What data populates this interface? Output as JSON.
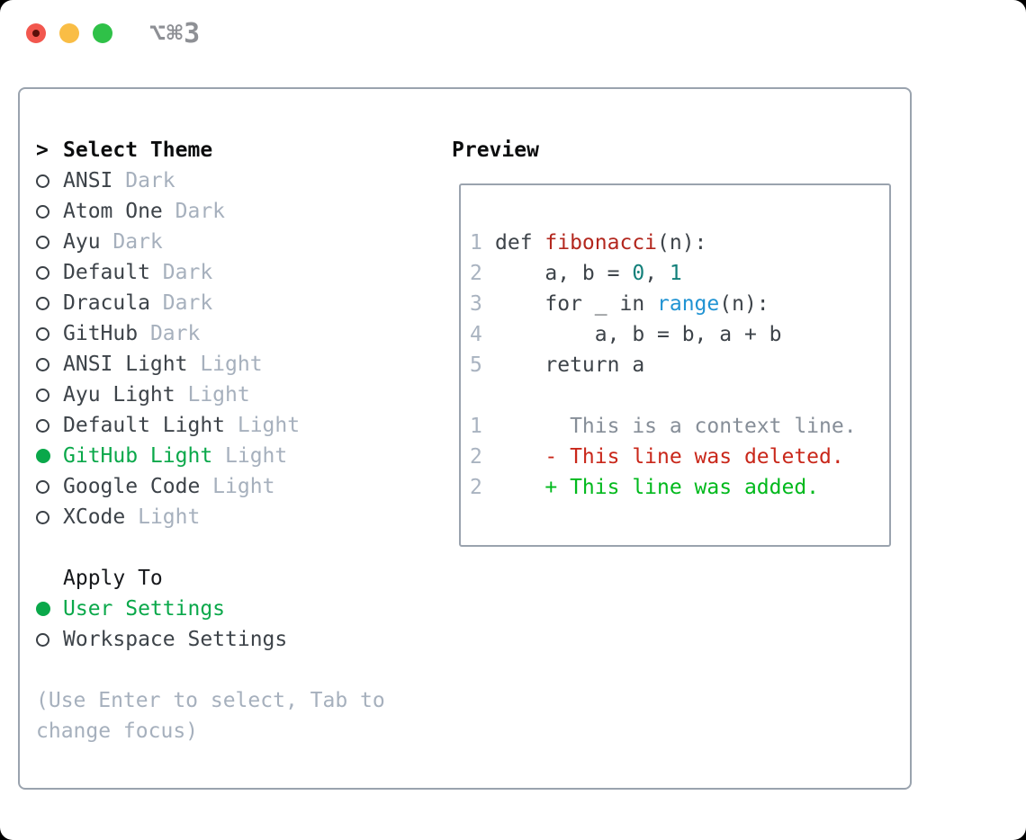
{
  "window": {
    "title": "⌥⌘3"
  },
  "theme_list": {
    "prompt": ">",
    "title": "Select Theme",
    "items": [
      {
        "name": "ANSI",
        "variant": "Dark",
        "selected": false
      },
      {
        "name": "Atom One",
        "variant": "Dark",
        "selected": false
      },
      {
        "name": "Ayu",
        "variant": "Dark",
        "selected": false
      },
      {
        "name": "Default",
        "variant": "Dark",
        "selected": false
      },
      {
        "name": "Dracula",
        "variant": "Dark",
        "selected": false
      },
      {
        "name": "GitHub",
        "variant": "Dark",
        "selected": false
      },
      {
        "name": "ANSI Light",
        "variant": "Light",
        "selected": false
      },
      {
        "name": "Ayu Light",
        "variant": "Light",
        "selected": false
      },
      {
        "name": "Default Light",
        "variant": "Light",
        "selected": false
      },
      {
        "name": "GitHub Light",
        "variant": "Light",
        "selected": true
      },
      {
        "name": "Google Code",
        "variant": "Light",
        "selected": false
      },
      {
        "name": "XCode",
        "variant": "Light",
        "selected": false
      }
    ]
  },
  "apply_to": {
    "title": "Apply To",
    "options": [
      {
        "label": "User Settings",
        "selected": true
      },
      {
        "label": "Workspace Settings",
        "selected": false
      }
    ]
  },
  "hint_lines": [
    "(Use Enter to select, Tab to",
    "change focus)"
  ],
  "preview": {
    "title": "Preview",
    "lines": [
      {
        "num": "1",
        "tokens": [
          {
            "t": "def ",
            "c": "text"
          },
          {
            "t": "fibonacci",
            "c": "function"
          },
          {
            "t": "(n):",
            "c": "text"
          }
        ]
      },
      {
        "num": "2",
        "tokens": [
          {
            "t": "    a, b = ",
            "c": "text"
          },
          {
            "t": "0",
            "c": "number"
          },
          {
            "t": ", ",
            "c": "text"
          },
          {
            "t": "1",
            "c": "number"
          }
        ]
      },
      {
        "num": "3",
        "tokens": [
          {
            "t": "    for _ in ",
            "c": "text"
          },
          {
            "t": "range",
            "c": "builtin"
          },
          {
            "t": "(n):",
            "c": "text"
          }
        ]
      },
      {
        "num": "4",
        "tokens": [
          {
            "t": "        a, b = b, a + b",
            "c": "text"
          }
        ]
      },
      {
        "num": "5",
        "tokens": [
          {
            "t": "    return a",
            "c": "text"
          }
        ]
      },
      {
        "num": "",
        "tokens": []
      },
      {
        "num": "1",
        "tokens": [
          {
            "t": "      This is a context line.",
            "c": "context"
          }
        ]
      },
      {
        "num": "2",
        "tokens": [
          {
            "t": "    - This line was deleted.",
            "c": "deleted"
          }
        ]
      },
      {
        "num": "2",
        "tokens": [
          {
            "t": "    + This line was added.",
            "c": "added"
          }
        ]
      }
    ]
  },
  "colors": {
    "accent_green": "#0aa84a",
    "added_green": "#00b91c",
    "deleted_red": "#c9271a",
    "function_red": "#b3271e",
    "number_teal": "#13807a",
    "builtin_blue": "#2093d3",
    "code_text": "#3d4349",
    "context_gray": "#868e98",
    "line_number_gray": "#a9b3c0",
    "muted_gray": "#a6b0bd",
    "border_gray": "#9aa3ae",
    "title_gray": "#8e9095",
    "traffic_red": "#f2574e",
    "traffic_red_dot": "#5a100a",
    "traffic_yellow": "#f9bd45",
    "traffic_green": "#2fc148"
  }
}
